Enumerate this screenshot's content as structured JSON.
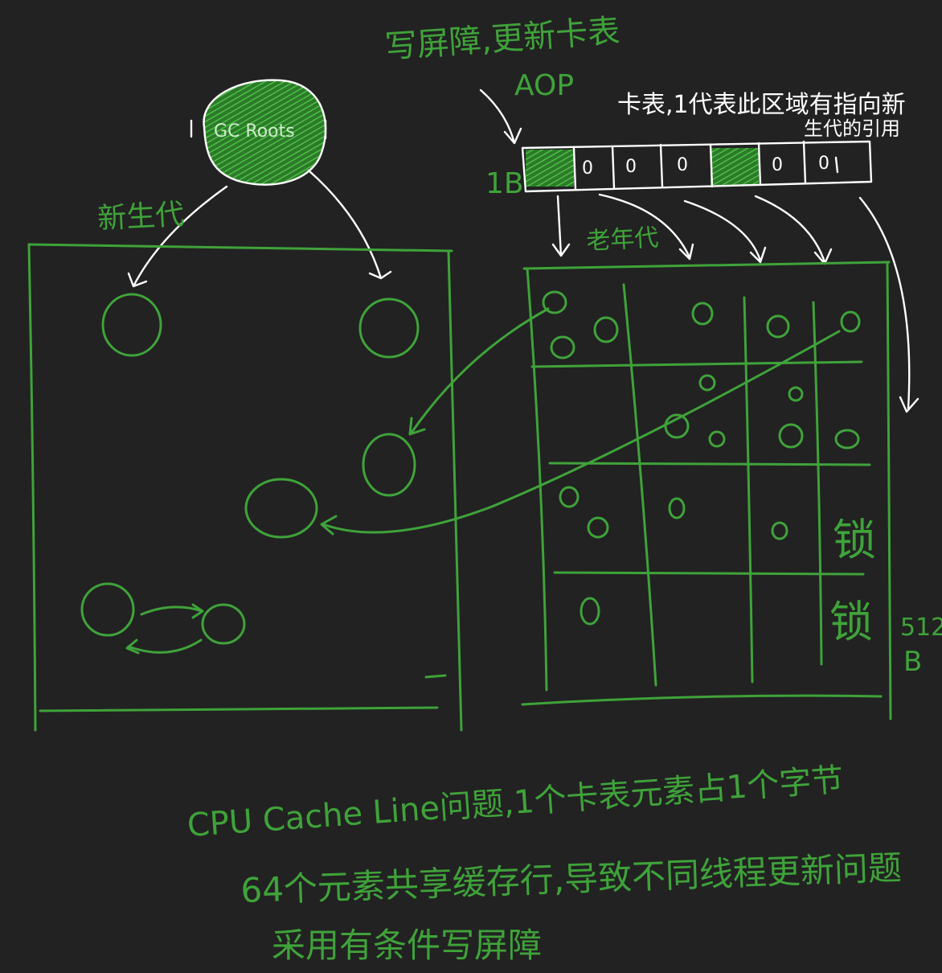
{
  "labels": {
    "write_barrier_title": "写屏障,更新卡表",
    "aop": "AOP",
    "card_table_desc_line1": "卡表,1代表此区域有指向新",
    "card_table_desc_line2": "生代的引用",
    "card_size": "1B",
    "young_gen": "新生代",
    "old_gen": "老年代",
    "lock_a": "锁",
    "lock_b": "锁",
    "region_size_num": "512",
    "region_size_unit": "B",
    "gc_roots": "GC Roots"
  },
  "card_table": {
    "cells": [
      "",
      "0",
      "0",
      "0",
      "",
      "0",
      "0"
    ],
    "dirty": [
      true,
      false,
      false,
      false,
      true,
      false,
      false
    ]
  },
  "notes": {
    "line1": "CPU Cache Line问题,1个卡表元素占1个字节",
    "line2": "64个元素共享缓存行,导致不同线程更新问题",
    "line3": "采用有条件写屏障"
  },
  "colors": {
    "background": "#222222",
    "ink_green": "#3fa33a",
    "ink_white": "#ffffff"
  }
}
